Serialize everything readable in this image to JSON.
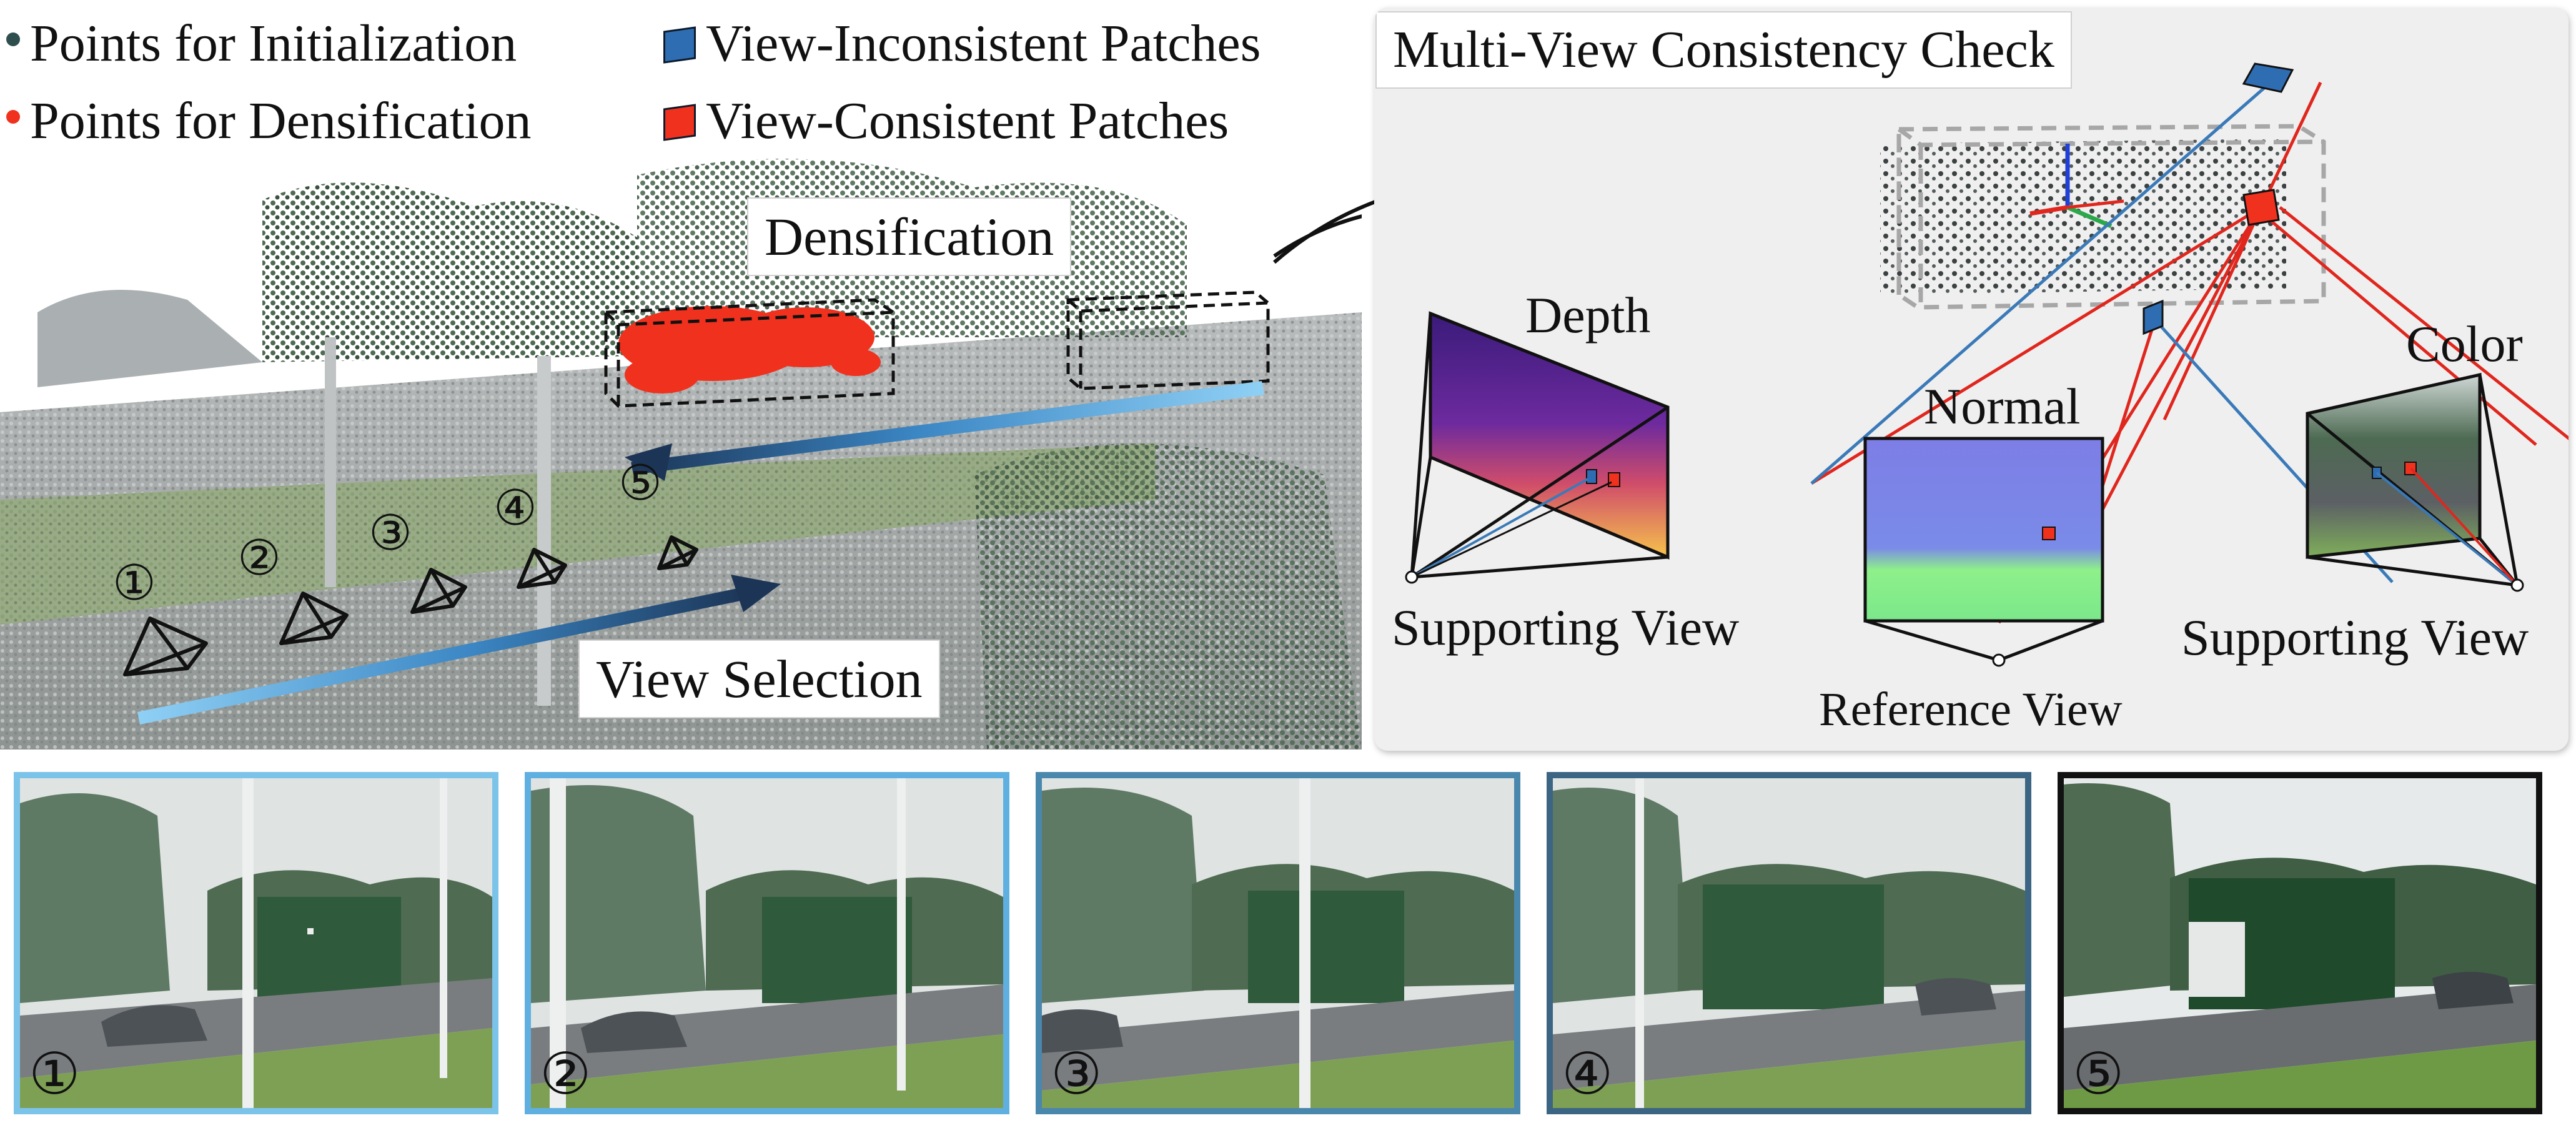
{
  "legend": {
    "init_points": "Points for Initialization",
    "dense_points": "Points for Densification",
    "inconsistent": "View-Inconsistent Patches",
    "consistent": "View-Consistent Patches"
  },
  "cloud_panel": {
    "densification_label": "Densification",
    "view_selection_label": "View Selection",
    "camera_numbers": [
      "①",
      "②",
      "③",
      "④",
      "⑤"
    ]
  },
  "check_panel": {
    "title": "Multi-View Consistency Check",
    "depth_label": "Depth",
    "normal_label": "Normal",
    "color_label": "Color",
    "supporting_view_left": "Supporting View",
    "supporting_view_right": "Supporting View",
    "reference_view": "Reference View"
  },
  "frames": [
    {
      "number": "①",
      "border_color": "#7cc3ea"
    },
    {
      "number": "②",
      "border_color": "#5fb0e0"
    },
    {
      "number": "③",
      "border_color": "#4a87ad"
    },
    {
      "number": "④",
      "border_color": "#3c6584"
    },
    {
      "number": "⑤",
      "border_color": "#111111"
    }
  ],
  "colors": {
    "init_dot": "#2f4f4f",
    "dense_dot": "#f0311e",
    "inconsistent": "#2f6db3",
    "consistent": "#f0311e",
    "red_ray": "#e0261d",
    "blue_ray": "#3a7ab8"
  }
}
